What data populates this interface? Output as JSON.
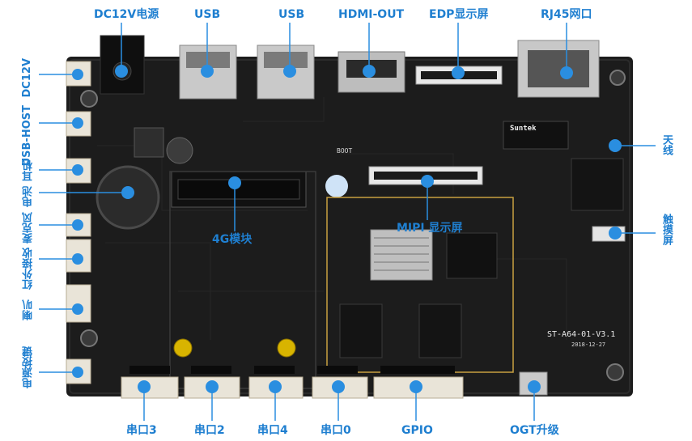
{
  "labels": {
    "dc12v_power": "DC12V电源",
    "usb_1": "USB",
    "usb_2": "USB",
    "hdmi_out": "HDMI-OUT",
    "edp_display": "EDP显示屏",
    "rj45": "RJ45网口",
    "antenna": "天线",
    "touchscreen": "触摸屏",
    "mipi_display": "MIPI 显示屏",
    "module_4g": "4G模块",
    "left_dc12v": "DC12V",
    "left_usb_host": "USB-HOST",
    "left_earphone": "耳机",
    "left_battery": "电池",
    "left_mic": "麦克风",
    "left_ir": "红外接收",
    "left_speaker": "喇叭",
    "left_power_key": "电源按键",
    "uart3": "串口3",
    "uart2": "串口2",
    "uart4": "串口4",
    "uart0": "串口0",
    "gpio": "GPIO",
    "otg_upgrade": "OGT升级"
  },
  "silkscreen": {
    "board_model": "ST-A64-01-V3.1",
    "board_date": "2018-12-27",
    "boot": "BOOT",
    "suntek": "Suntek"
  },
  "colors": {
    "label": "#1f7fd0",
    "marker": "#2a8ee0",
    "pcb": "#1c1c1c",
    "connector": "#e9e4d8"
  }
}
